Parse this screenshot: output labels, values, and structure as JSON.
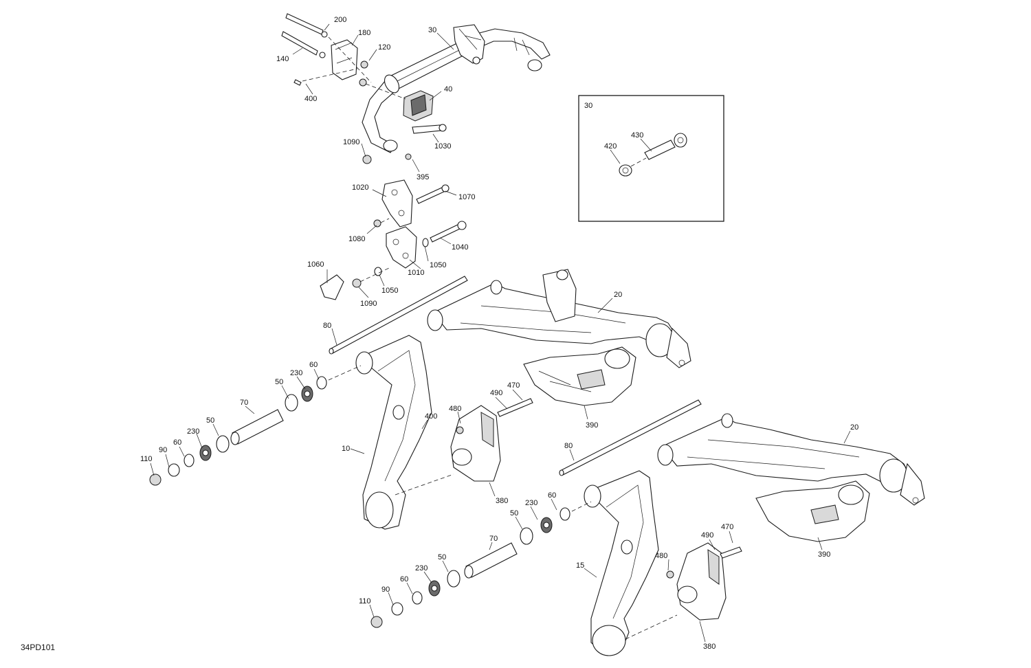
{
  "diagram": {
    "id_label": "34PD101",
    "inset_label": "30",
    "callouts": [
      {
        "key": "c200",
        "text": "200"
      },
      {
        "key": "c180",
        "text": "180"
      },
      {
        "key": "c140",
        "text": "140"
      },
      {
        "key": "c120",
        "text": "120"
      },
      {
        "key": "c400a",
        "text": "400"
      },
      {
        "key": "c30",
        "text": "30"
      },
      {
        "key": "c40",
        "text": "40"
      },
      {
        "key": "c1090a",
        "text": "1090"
      },
      {
        "key": "c1030",
        "text": "1030"
      },
      {
        "key": "c395",
        "text": "395"
      },
      {
        "key": "c1020",
        "text": "1020"
      },
      {
        "key": "c1070",
        "text": "1070"
      },
      {
        "key": "c1080",
        "text": "1080"
      },
      {
        "key": "c1040",
        "text": "1040"
      },
      {
        "key": "c1060",
        "text": "1060"
      },
      {
        "key": "c1050a",
        "text": "1050"
      },
      {
        "key": "c1010",
        "text": "1010"
      },
      {
        "key": "c1050b",
        "text": "1050"
      },
      {
        "key": "c1090b",
        "text": "1090"
      },
      {
        "key": "c20a",
        "text": "20"
      },
      {
        "key": "c80a",
        "text": "80"
      },
      {
        "key": "c60a",
        "text": "60"
      },
      {
        "key": "c230a",
        "text": "230"
      },
      {
        "key": "c50a",
        "text": "50"
      },
      {
        "key": "c470a",
        "text": "470"
      },
      {
        "key": "c490a",
        "text": "490"
      },
      {
        "key": "c70a",
        "text": "70"
      },
      {
        "key": "c480a",
        "text": "480"
      },
      {
        "key": "c400b",
        "text": "400"
      },
      {
        "key": "c390a",
        "text": "390"
      },
      {
        "key": "c50b",
        "text": "50"
      },
      {
        "key": "c230b",
        "text": "230"
      },
      {
        "key": "c60b",
        "text": "60"
      },
      {
        "key": "c90a",
        "text": "90"
      },
      {
        "key": "c110a",
        "text": "110"
      },
      {
        "key": "c10",
        "text": "10"
      },
      {
        "key": "c380a",
        "text": "380"
      },
      {
        "key": "c20b",
        "text": "20"
      },
      {
        "key": "c80b",
        "text": "80"
      },
      {
        "key": "c60c",
        "text": "60"
      },
      {
        "key": "c230c",
        "text": "230"
      },
      {
        "key": "c50c",
        "text": "50"
      },
      {
        "key": "c470b",
        "text": "470"
      },
      {
        "key": "c490b",
        "text": "490"
      },
      {
        "key": "c390b",
        "text": "390"
      },
      {
        "key": "c70b",
        "text": "70"
      },
      {
        "key": "c480b",
        "text": "480"
      },
      {
        "key": "c50d",
        "text": "50"
      },
      {
        "key": "c230d",
        "text": "230"
      },
      {
        "key": "c15",
        "text": "15"
      },
      {
        "key": "c60d",
        "text": "60"
      },
      {
        "key": "c90b",
        "text": "90"
      },
      {
        "key": "c110b",
        "text": "110"
      },
      {
        "key": "c380b",
        "text": "380"
      },
      {
        "key": "c420",
        "text": "420"
      },
      {
        "key": "c430",
        "text": "430"
      }
    ]
  }
}
